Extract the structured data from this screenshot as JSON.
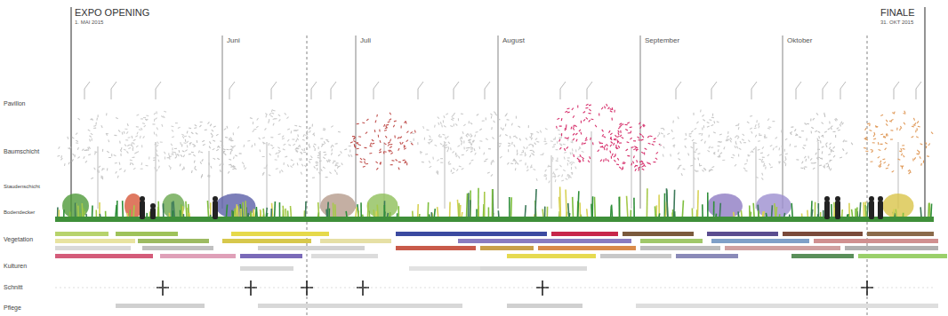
{
  "diagram": {
    "labels": [
      "EXPO OPENING",
      "1. MAI 2015",
      "Juni",
      "Juli",
      "August",
      "September",
      "Oktober",
      "FINALE",
      "31. OKT 2015",
      "Pavillon",
      "Baumschicht",
      "Staudenschicht",
      "Bodendecker",
      "Vegetation",
      "Kulturen",
      "Schnitt",
      "Pflege"
    ]
  }
}
